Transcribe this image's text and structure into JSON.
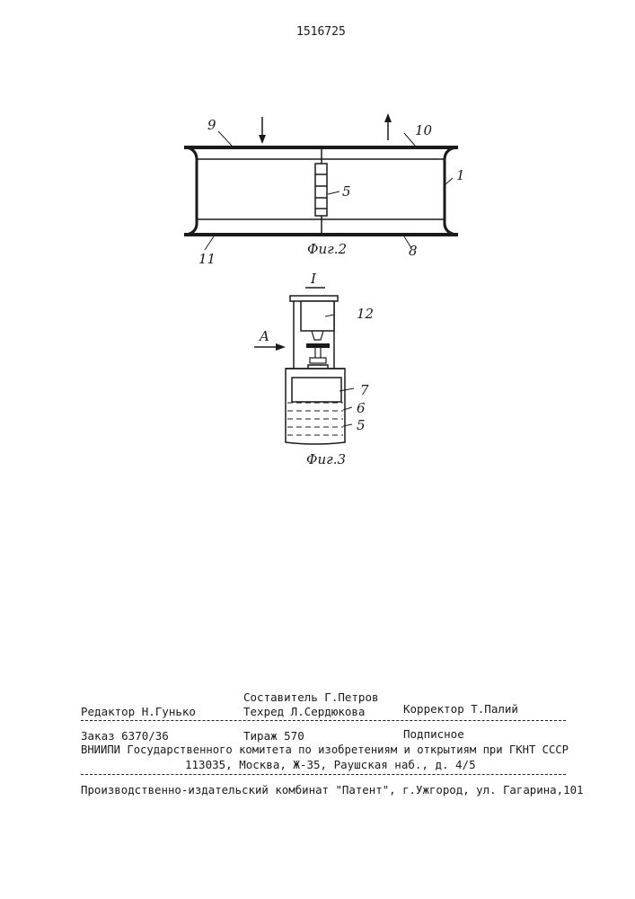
{
  "header": {
    "patent_number": "1516725"
  },
  "fig2": {
    "caption": "Фиг.2",
    "labels": {
      "l9": "9",
      "l10": "10",
      "l1": "1",
      "l5": "5",
      "l11": "11",
      "l8": "8"
    }
  },
  "fig3": {
    "caption": "Фиг.3",
    "detail_label": "I",
    "labels": {
      "l12": "12",
      "lA": "A",
      "l7": "7",
      "l6": "6",
      "l5": "5"
    }
  },
  "footer": {
    "compiler": "Составитель Г.Петров",
    "editor": "Редактор Н.Гунько",
    "techred": "Техред Л.Сердюкова",
    "corrector": "Корректор Т.Палий",
    "order": "Заказ 6370/36",
    "circulation": "Тираж 570",
    "subscription": "Подписное",
    "org": "ВНИИПИ Государственного комитета по изобретениям и открытиям при ГКНТ СССР",
    "address": "113035, Москва, Ж-35, Раушская наб., д. 4/5",
    "publisher": "Производственно-издательский комбинат \"Патент\", г.Ужгород, ул. Гагарина,101"
  }
}
